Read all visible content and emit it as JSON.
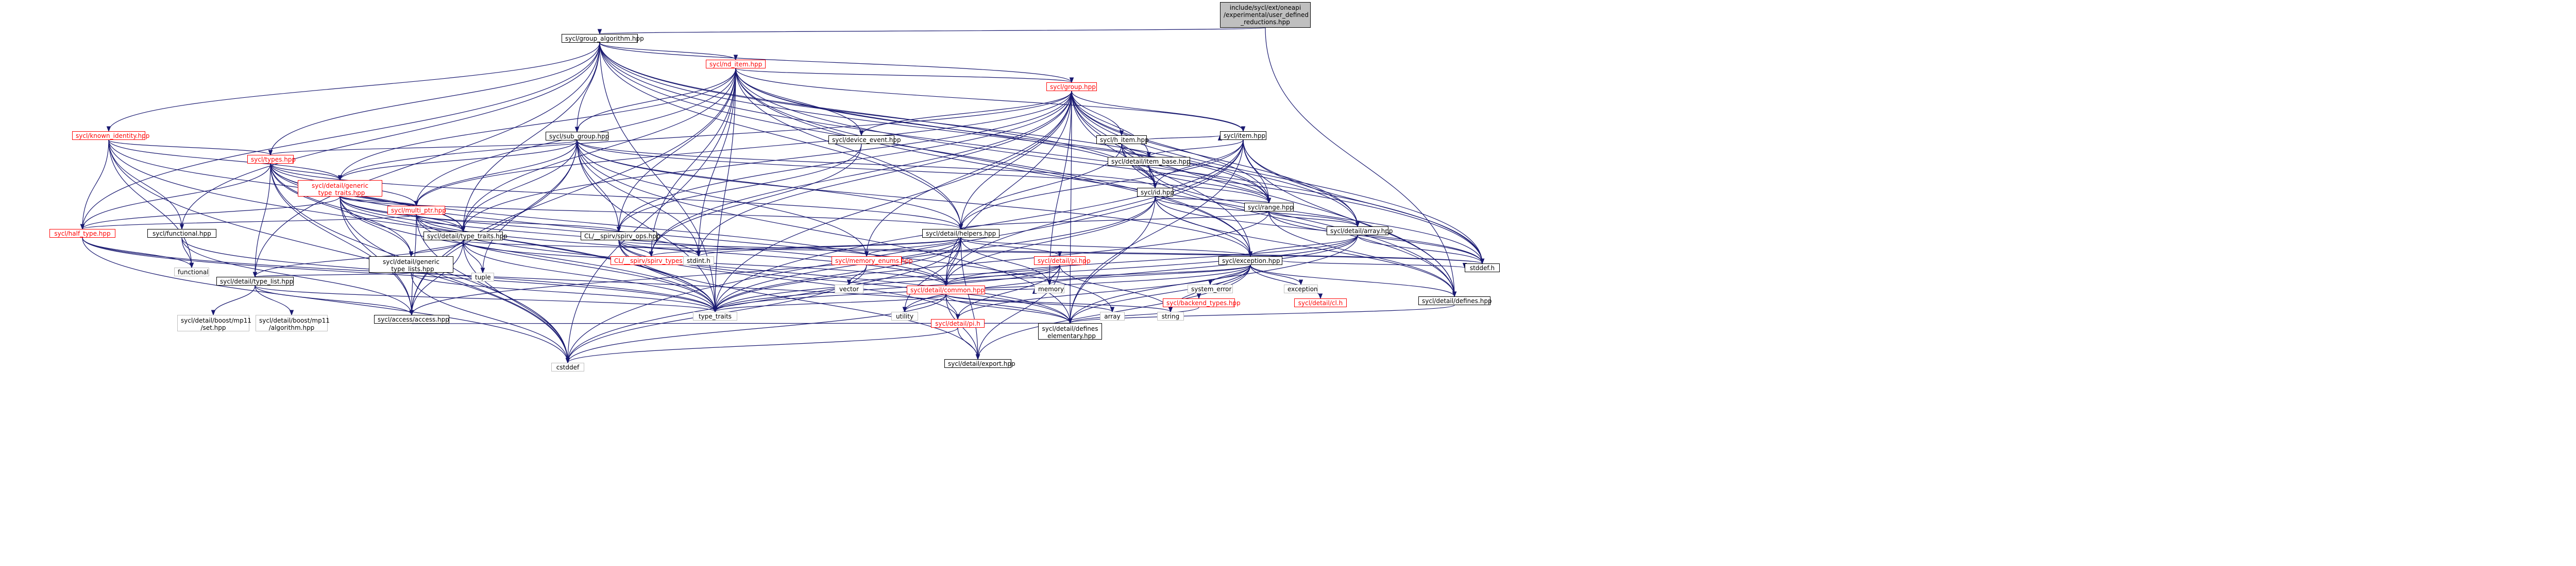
{
  "graph_title": "Include dependency graph",
  "nodes": [
    {
      "id": "root",
      "label": "include/sycl/ext/oneapi\n/experimental/user_defined\n_reductions.hpp",
      "style": "root"
    },
    {
      "id": "group_algorithm",
      "label": "sycl/group_algorithm.hpp",
      "style": "normal"
    },
    {
      "id": "nd_item",
      "label": "sycl/nd_item.hpp",
      "style": "red"
    },
    {
      "id": "group",
      "label": "sycl/group.hpp",
      "style": "red"
    },
    {
      "id": "known_identity",
      "label": "sycl/known_identity.hpp",
      "style": "red"
    },
    {
      "id": "types",
      "label": "sycl/types.hpp",
      "style": "red"
    },
    {
      "id": "sub_group",
      "label": "sycl/sub_group.hpp",
      "style": "normal"
    },
    {
      "id": "device_event",
      "label": "sycl/device_event.hpp",
      "style": "normal"
    },
    {
      "id": "h_item",
      "label": "sycl/h_item.hpp",
      "style": "normal"
    },
    {
      "id": "item",
      "label": "sycl/item.hpp",
      "style": "normal"
    },
    {
      "id": "item_base",
      "label": "sycl/detail/item_base.hpp",
      "style": "normal"
    },
    {
      "id": "id",
      "label": "sycl/id.hpp",
      "style": "normal"
    },
    {
      "id": "range",
      "label": "sycl/range.hpp",
      "style": "normal"
    },
    {
      "id": "generic_type_traits",
      "label": "sycl/detail/generic\n_type_traits.hpp",
      "style": "red"
    },
    {
      "id": "multi_ptr",
      "label": "sycl/multi_ptr.hpp",
      "style": "red"
    },
    {
      "id": "half_type",
      "label": "sycl/half_type.hpp",
      "style": "red"
    },
    {
      "id": "functional",
      "label": "sycl/functional.hpp",
      "style": "normal"
    },
    {
      "id": "type_traits_detail",
      "label": "sycl/detail/type_traits.hpp",
      "style": "normal"
    },
    {
      "id": "spirv_ops",
      "label": "CL/__spirv/spirv_ops.hpp",
      "style": "normal"
    },
    {
      "id": "helpers",
      "label": "sycl/detail/helpers.hpp",
      "style": "normal"
    },
    {
      "id": "array",
      "label": "sycl/detail/array.hpp",
      "style": "normal"
    },
    {
      "id": "exception",
      "label": "sycl/exception.hpp",
      "style": "normal"
    },
    {
      "id": "generic_type_lists",
      "label": "sycl/detail/generic\n_type_lists.hpp",
      "style": "normal"
    },
    {
      "id": "type_list",
      "label": "sycl/detail/type_list.hpp",
      "style": "normal"
    },
    {
      "id": "spirv_types",
      "label": "CL/__spirv/spirv_types.hpp",
      "style": "red"
    },
    {
      "id": "memory_enums",
      "label": "sycl/memory_enums.hpp",
      "style": "red"
    },
    {
      "id": "pi_hpp",
      "label": "sycl/detail/pi.hpp",
      "style": "red"
    },
    {
      "id": "backend_types",
      "label": "sycl/backend_types.hpp",
      "style": "red"
    },
    {
      "id": "cl_h",
      "label": "sycl/detail/cl.h",
      "style": "red"
    },
    {
      "id": "common",
      "label": "sycl/detail/common.hpp",
      "style": "red"
    },
    {
      "id": "pi_h",
      "label": "sycl/detail/pi.h",
      "style": "red"
    },
    {
      "id": "defines",
      "label": "sycl/detail/defines.hpp",
      "style": "normal"
    },
    {
      "id": "access",
      "label": "sycl/access/access.hpp",
      "style": "normal"
    },
    {
      "id": "defines_elementary",
      "label": "sycl/detail/defines\n_elementary.hpp",
      "style": "normal"
    },
    {
      "id": "export",
      "label": "sycl/detail/export.hpp",
      "style": "normal"
    },
    {
      "id": "stddef_h",
      "label": "stddef.h",
      "style": "normal"
    },
    {
      "id": "stdint_h",
      "label": "stdint.h",
      "style": "grey"
    },
    {
      "id": "type_traits",
      "label": "type_traits",
      "style": "grey"
    },
    {
      "id": "cstddef",
      "label": "cstddef",
      "style": "grey"
    },
    {
      "id": "functional_std",
      "label": "functional",
      "style": "grey"
    },
    {
      "id": "tuple",
      "label": "tuple",
      "style": "grey"
    },
    {
      "id": "memory",
      "label": "memory",
      "style": "grey"
    },
    {
      "id": "vector",
      "label": "vector",
      "style": "grey"
    },
    {
      "id": "utility",
      "label": "utility",
      "style": "grey"
    },
    {
      "id": "array_std",
      "label": "array",
      "style": "grey"
    },
    {
      "id": "string",
      "label": "string",
      "style": "grey"
    },
    {
      "id": "exception_std",
      "label": "exception",
      "style": "grey"
    },
    {
      "id": "system_error",
      "label": "system_error",
      "style": "grey"
    },
    {
      "id": "boost_set",
      "label": "sycl/detail/boost/mp11\n/set.hpp",
      "style": "grey"
    },
    {
      "id": "boost_algorithm",
      "label": "sycl/detail/boost/mp11\n/algorithm.hpp",
      "style": "grey"
    }
  ],
  "edges": [
    [
      "root",
      "group_algorithm"
    ],
    [
      "root",
      "defines"
    ],
    [
      "group_algorithm",
      "nd_item"
    ],
    [
      "group_algorithm",
      "group"
    ],
    [
      "group_algorithm",
      "known_identity"
    ],
    [
      "group_algorithm",
      "types"
    ],
    [
      "group_algorithm",
      "sub_group"
    ],
    [
      "group_algorithm",
      "functional"
    ],
    [
      "group_algorithm",
      "half_type"
    ],
    [
      "group_algorithm",
      "type_traits_detail"
    ],
    [
      "group_algorithm",
      "range"
    ],
    [
      "group_algorithm",
      "id"
    ],
    [
      "group_algorithm",
      "array"
    ],
    [
      "group_algorithm",
      "exception"
    ],
    [
      "group_algorithm",
      "helpers"
    ],
    [
      "group_algorithm",
      "type_list"
    ],
    [
      "group_algorithm",
      "stddef_h"
    ],
    [
      "group_algorithm",
      "type_traits"
    ],
    [
      "nd_item",
      "group"
    ],
    [
      "nd_item",
      "sub_group"
    ],
    [
      "nd_item",
      "device_event"
    ],
    [
      "nd_item",
      "id"
    ],
    [
      "nd_item",
      "range"
    ],
    [
      "nd_item",
      "item"
    ],
    [
      "nd_item",
      "helpers"
    ],
    [
      "nd_item",
      "generic_type_traits"
    ],
    [
      "nd_item",
      "spirv_ops"
    ],
    [
      "nd_item",
      "spirv_types"
    ],
    [
      "nd_item",
      "exception"
    ],
    [
      "nd_item",
      "access"
    ],
    [
      "nd_item",
      "defines"
    ],
    [
      "nd_item",
      "stddef_h"
    ],
    [
      "nd_item",
      "stdint_h"
    ],
    [
      "nd_item",
      "cstddef"
    ],
    [
      "nd_item",
      "type_traits"
    ],
    [
      "nd_item",
      "multi_ptr"
    ],
    [
      "nd_item",
      "type_traits_detail"
    ],
    [
      "group",
      "device_event"
    ],
    [
      "group",
      "h_item"
    ],
    [
      "group",
      "item"
    ],
    [
      "group",
      "item_base"
    ],
    [
      "group",
      "id"
    ],
    [
      "group",
      "range"
    ],
    [
      "group",
      "helpers"
    ],
    [
      "group",
      "generic_type_traits"
    ],
    [
      "group",
      "multi_ptr"
    ],
    [
      "group",
      "type_traits_detail"
    ],
    [
      "group",
      "spirv_ops"
    ],
    [
      "group",
      "spirv_types"
    ],
    [
      "group",
      "memory_enums"
    ],
    [
      "group",
      "exception"
    ],
    [
      "group",
      "common"
    ],
    [
      "group",
      "defines"
    ],
    [
      "group",
      "defines_elementary"
    ],
    [
      "group",
      "stddef_h"
    ],
    [
      "group",
      "stdint_h"
    ],
    [
      "group",
      "type_traits"
    ],
    [
      "group",
      "memory"
    ],
    [
      "group",
      "array"
    ],
    [
      "known_identity",
      "types"
    ],
    [
      "known_identity",
      "half_type"
    ],
    [
      "known_identity",
      "functional"
    ],
    [
      "known_identity",
      "generic_type_traits"
    ],
    [
      "known_identity",
      "type_traits_detail"
    ],
    [
      "known_identity",
      "functional_std"
    ],
    [
      "known_identity",
      "cstddef"
    ],
    [
      "known_identity",
      "type_traits"
    ],
    [
      "types",
      "generic_type_traits"
    ],
    [
      "types",
      "multi_ptr"
    ],
    [
      "types",
      "half_type"
    ],
    [
      "types",
      "generic_type_lists"
    ],
    [
      "types",
      "type_traits_detail"
    ],
    [
      "types",
      "type_list"
    ],
    [
      "types",
      "access"
    ],
    [
      "types",
      "common"
    ],
    [
      "types",
      "helpers"
    ],
    [
      "types",
      "array_std"
    ],
    [
      "types",
      "cstddef"
    ],
    [
      "types",
      "type_traits"
    ],
    [
      "sub_group",
      "types"
    ],
    [
      "sub_group",
      "generic_type_traits"
    ],
    [
      "sub_group",
      "multi_ptr"
    ],
    [
      "sub_group",
      "type_traits_detail"
    ],
    [
      "sub_group",
      "helpers"
    ],
    [
      "sub_group",
      "spirv_ops"
    ],
    [
      "sub_group",
      "memory_enums"
    ],
    [
      "sub_group",
      "exception"
    ],
    [
      "sub_group",
      "range"
    ],
    [
      "sub_group",
      "id"
    ],
    [
      "sub_group",
      "access"
    ],
    [
      "sub_group",
      "defines_elementary"
    ],
    [
      "sub_group",
      "stdint_h"
    ],
    [
      "sub_group",
      "tuple"
    ],
    [
      "sub_group",
      "type_traits"
    ],
    [
      "device_event",
      "spirv_ops"
    ],
    [
      "device_event",
      "spirv_types"
    ],
    [
      "h_item",
      "item"
    ],
    [
      "h_item",
      "item_base"
    ],
    [
      "h_item",
      "id"
    ],
    [
      "h_item",
      "range"
    ],
    [
      "h_item",
      "helpers"
    ],
    [
      "h_item",
      "defines"
    ],
    [
      "item",
      "item_base"
    ],
    [
      "item",
      "id"
    ],
    [
      "item",
      "range"
    ],
    [
      "item",
      "helpers"
    ],
    [
      "item",
      "array"
    ],
    [
      "item",
      "common"
    ],
    [
      "item",
      "defines"
    ],
    [
      "item",
      "defines_elementary"
    ],
    [
      "item",
      "stddef_h"
    ],
    [
      "item",
      "type_traits"
    ],
    [
      "item",
      "cstddef"
    ],
    [
      "item_base",
      "id"
    ],
    [
      "item_base",
      "range"
    ],
    [
      "item_base",
      "stddef_h"
    ],
    [
      "id",
      "range"
    ],
    [
      "id",
      "array"
    ],
    [
      "id",
      "exception"
    ],
    [
      "id",
      "common"
    ],
    [
      "id",
      "defines"
    ],
    [
      "id",
      "defines_elementary"
    ],
    [
      "id",
      "stddef_h"
    ],
    [
      "id",
      "type_traits"
    ],
    [
      "range",
      "array"
    ],
    [
      "range",
      "helpers"
    ],
    [
      "range",
      "defines"
    ],
    [
      "range",
      "stddef_h"
    ],
    [
      "range",
      "type_traits"
    ],
    [
      "generic_type_traits",
      "generic_type_lists"
    ],
    [
      "generic_type_traits",
      "helpers"
    ],
    [
      "generic_type_traits",
      "type_traits_detail"
    ],
    [
      "generic_type_traits",
      "half_type"
    ],
    [
      "generic_type_traits",
      "multi_ptr"
    ],
    [
      "generic_type_traits",
      "access"
    ],
    [
      "generic_type_traits",
      "common"
    ],
    [
      "generic_type_traits",
      "cstddef"
    ],
    [
      "generic_type_traits",
      "stdint_h"
    ],
    [
      "generic_type_traits",
      "type_traits"
    ],
    [
      "multi_ptr",
      "type_traits_detail"
    ],
    [
      "multi_ptr",
      "spirv_ops"
    ],
    [
      "multi_ptr",
      "access"
    ],
    [
      "multi_ptr",
      "common"
    ],
    [
      "multi_ptr",
      "cstddef"
    ],
    [
      "multi_ptr",
      "type_traits"
    ],
    [
      "multi_ptr",
      "half_type"
    ],
    [
      "multi_ptr",
      "defines_elementary"
    ],
    [
      "half_type",
      "functional_std"
    ],
    [
      "half_type",
      "cstddef"
    ],
    [
      "half_type",
      "type_traits"
    ],
    [
      "half_type",
      "defines_elementary"
    ],
    [
      "functional",
      "functional_std"
    ],
    [
      "functional",
      "type_traits"
    ],
    [
      "functional",
      "access"
    ],
    [
      "type_traits_detail",
      "generic_type_lists"
    ],
    [
      "type_traits_detail",
      "type_list"
    ],
    [
      "type_traits_detail",
      "access"
    ],
    [
      "type_traits_detail",
      "stddef_h"
    ],
    [
      "type_traits_detail",
      "cstddef"
    ],
    [
      "type_traits_detail",
      "tuple"
    ],
    [
      "type_traits_detail",
      "type_traits"
    ],
    [
      "type_traits_detail",
      "common"
    ],
    [
      "spirv_ops",
      "spirv_types"
    ],
    [
      "spirv_ops",
      "export"
    ],
    [
      "spirv_ops",
      "defines_elementary"
    ],
    [
      "spirv_ops",
      "stddef_h"
    ],
    [
      "spirv_ops",
      "stdint_h"
    ],
    [
      "spirv_ops",
      "type_traits"
    ],
    [
      "spirv_ops",
      "pi_h"
    ],
    [
      "helpers",
      "spirv_types"
    ],
    [
      "helpers",
      "memory_enums"
    ],
    [
      "helpers",
      "pi_hpp"
    ],
    [
      "helpers",
      "common"
    ],
    [
      "helpers",
      "export"
    ],
    [
      "helpers",
      "type_traits"
    ],
    [
      "helpers",
      "memory"
    ],
    [
      "helpers",
      "stdint_h"
    ],
    [
      "helpers",
      "cstddef"
    ],
    [
      "helpers",
      "utility"
    ],
    [
      "helpers",
      "access"
    ],
    [
      "helpers",
      "exception"
    ],
    [
      "array",
      "exception"
    ],
    [
      "array",
      "common"
    ],
    [
      "array",
      "stddef_h"
    ],
    [
      "array",
      "type_traits"
    ],
    [
      "array",
      "defines_elementary"
    ],
    [
      "array",
      "utility"
    ],
    [
      "exception",
      "backend_types"
    ],
    [
      "exception",
      "cl_h"
    ],
    [
      "exception",
      "common"
    ],
    [
      "exception",
      "export"
    ],
    [
      "exception",
      "pi_h"
    ],
    [
      "exception",
      "defines"
    ],
    [
      "exception",
      "exception_std"
    ],
    [
      "exception",
      "system_error"
    ],
    [
      "exception",
      "memory"
    ],
    [
      "exception",
      "string"
    ],
    [
      "exception",
      "stddef_h"
    ],
    [
      "exception",
      "type_traits"
    ],
    [
      "exception",
      "defines_elementary"
    ],
    [
      "generic_type_lists",
      "type_list"
    ],
    [
      "generic_type_lists",
      "type_traits"
    ],
    [
      "generic_type_lists",
      "cstddef"
    ],
    [
      "type_list",
      "access"
    ],
    [
      "type_list",
      "type_traits"
    ],
    [
      "type_list",
      "boost_set"
    ],
    [
      "type_list",
      "boost_algorithm"
    ],
    [
      "memory_enums",
      "vector"
    ],
    [
      "memory_enums",
      "cstddef"
    ],
    [
      "pi_hpp",
      "common"
    ],
    [
      "pi_hpp",
      "pi_h"
    ],
    [
      "pi_hpp",
      "export"
    ],
    [
      "pi_hpp",
      "memory"
    ],
    [
      "pi_hpp",
      "string"
    ],
    [
      "pi_hpp",
      "vector"
    ],
    [
      "pi_hpp",
      "type_traits"
    ],
    [
      "backend_types",
      "defines_elementary"
    ],
    [
      "common",
      "pi_h"
    ],
    [
      "common",
      "export"
    ],
    [
      "common",
      "defines_elementary"
    ],
    [
      "common",
      "array_std"
    ],
    [
      "common",
      "string"
    ],
    [
      "common",
      "utility"
    ],
    [
      "common",
      "type_traits"
    ],
    [
      "common",
      "cstddef"
    ],
    [
      "common",
      "memory"
    ],
    [
      "pi_h",
      "export"
    ],
    [
      "pi_h",
      "cstddef"
    ],
    [
      "defines",
      "defines_elementary"
    ],
    [
      "access",
      "defines_elementary"
    ]
  ]
}
